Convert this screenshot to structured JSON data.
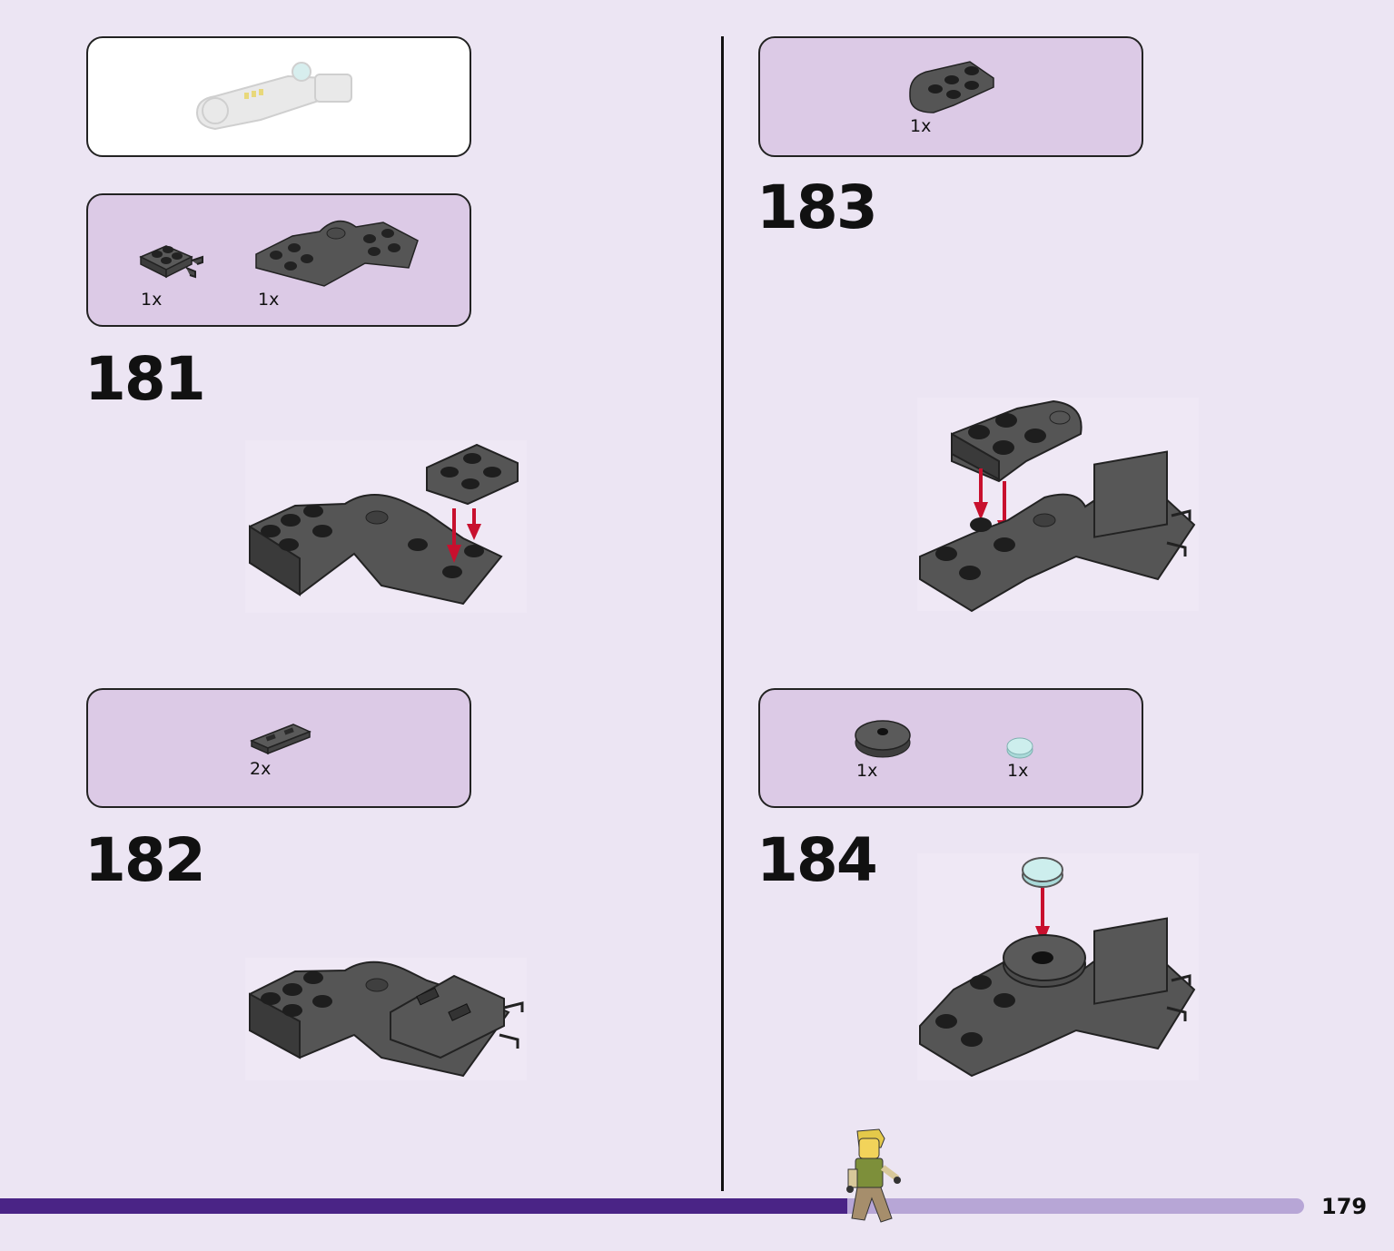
{
  "parts_lists": {
    "step181": [
      {
        "qty": "1x"
      },
      {
        "qty": "1x"
      }
    ],
    "step182": [
      {
        "qty": "2x"
      }
    ],
    "step183": [
      {
        "qty": "1x"
      }
    ],
    "step184": [
      {
        "qty": "1x"
      },
      {
        "qty": "1x"
      }
    ]
  },
  "steps": {
    "s181": "181",
    "s182": "182",
    "s183": "183",
    "s184": "184"
  },
  "progress": {
    "fraction": 0.65
  },
  "page_number": "179",
  "colors": {
    "background": "#ece5f3",
    "parts_box": "#dccae6",
    "brick": "#4d4d4d",
    "arrow": "#c8102e",
    "progress_fill": "#4a2486",
    "progress_track": "#b7a6d6"
  }
}
